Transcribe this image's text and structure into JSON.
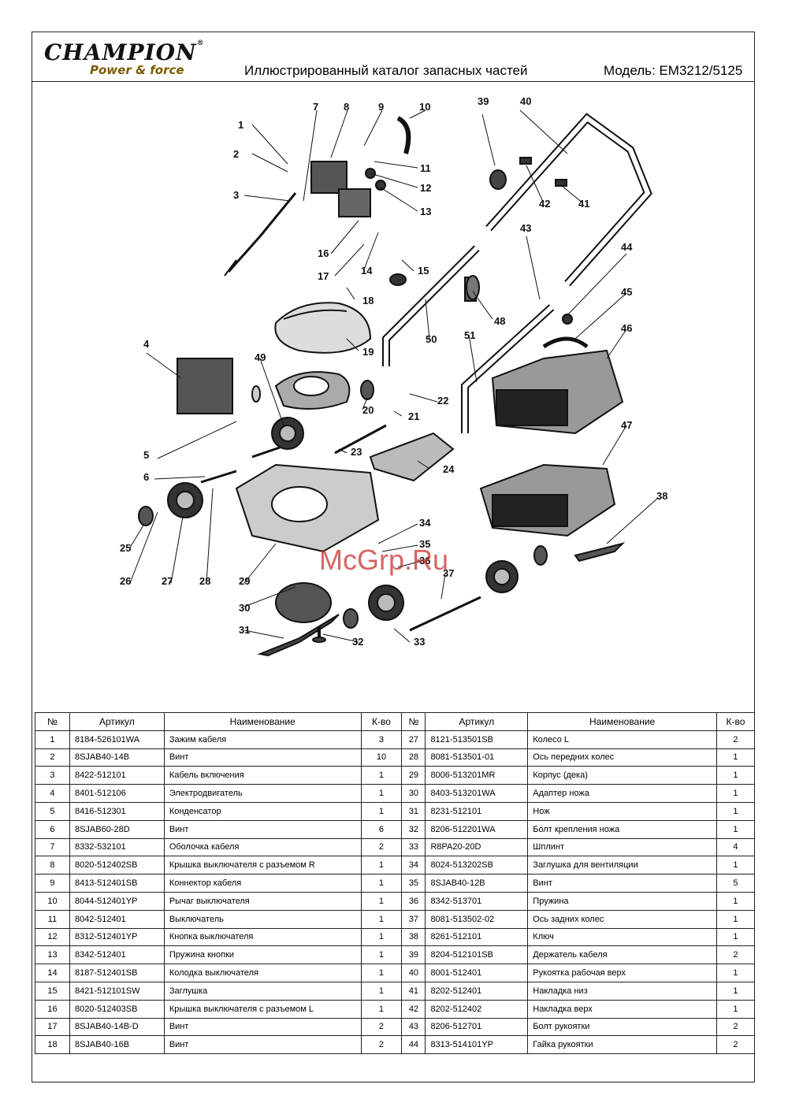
{
  "header": {
    "brand": "CHAMPION",
    "brand_reg": "®",
    "tagline": "Power & force",
    "title": "Иллюстрированный каталог запасных частей",
    "model": "Модель: EM3212/5125"
  },
  "watermark": "McGrp.Ru",
  "diagram": {
    "callouts": [
      "1",
      "2",
      "3",
      "4",
      "5",
      "6",
      "7",
      "8",
      "9",
      "10",
      "11",
      "12",
      "13",
      "14",
      "15",
      "16",
      "17",
      "18",
      "19",
      "20",
      "21",
      "22",
      "23",
      "24",
      "25",
      "26",
      "27",
      "28",
      "29",
      "30",
      "31",
      "32",
      "33",
      "34",
      "35",
      "36",
      "37",
      "38",
      "39",
      "40",
      "41",
      "42",
      "43",
      "44",
      "45",
      "46",
      "47",
      "48",
      "49",
      "50",
      "51"
    ]
  },
  "table": {
    "headers": [
      "№",
      "Артикул",
      "Наименование",
      "К-во",
      "№",
      "Артикул",
      "Наименование",
      "К-во"
    ],
    "rows": [
      [
        [
          "1",
          "8184-526101WA",
          "Зажим кабеля",
          "3"
        ],
        [
          "27",
          "8121-513501SB",
          "Колесо L",
          "2"
        ]
      ],
      [
        [
          "2",
          "8SJAB40-14B",
          "Винт",
          "10"
        ],
        [
          "28",
          "8081-513501-01",
          "Ось передних колес",
          "1"
        ]
      ],
      [
        [
          "3",
          "8422-512101",
          "Кабель включения",
          "1"
        ],
        [
          "29",
          "8006-513201MR",
          "Корпус (дека)",
          "1"
        ]
      ],
      [
        [
          "4",
          "8401-512106",
          "Электродвигатель",
          "1"
        ],
        [
          "30",
          "8403-513201WA",
          "Адаптер ножа",
          "1"
        ]
      ],
      [
        [
          "5",
          "8416-512301",
          "Конденсатор",
          "1"
        ],
        [
          "31",
          "8231-512101",
          "Нож",
          "1"
        ]
      ],
      [
        [
          "6",
          "8SJAB60-28D",
          "Винт",
          "6"
        ],
        [
          "32",
          "8206-512201WA",
          "Болт крепления ножа",
          "1"
        ]
      ],
      [
        [
          "7",
          "8332-532101",
          "Оболочка кабеля",
          "2"
        ],
        [
          "33",
          "R8PA20-20D",
          "Шплинт",
          "4"
        ]
      ],
      [
        [
          "8",
          "8020-512402SB",
          "Крышка выключателя с разъемом R",
          "1"
        ],
        [
          "34",
          "8024-513202SB",
          "Заглушка для вентиляции",
          "1"
        ]
      ],
      [
        [
          "9",
          "8413-512401SB",
          "Коннектор кабеля",
          "1"
        ],
        [
          "35",
          "8SJAB40-12B",
          "Винт",
          "5"
        ]
      ],
      [
        [
          "10",
          "8044-512401YP",
          "Рычаг выключателя",
          "1"
        ],
        [
          "36",
          "8342-513701",
          "Пружина",
          "1"
        ]
      ],
      [
        [
          "11",
          "8042-512401",
          "Выключатель",
          "1"
        ],
        [
          "37",
          "8081-513502-02",
          "Ось задних колес",
          "1"
        ]
      ],
      [
        [
          "12",
          "8312-512401YP",
          "Кнопка выключателя",
          "1"
        ],
        [
          "38",
          "8261-512101",
          "Ключ",
          "1"
        ]
      ],
      [
        [
          "13",
          "8342-512401",
          "Пружина кнопки",
          "1"
        ],
        [
          "39",
          "8204-512101SB",
          "Держатель кабеля",
          "2"
        ]
      ],
      [
        [
          "14",
          "8187-512401SB",
          "Колодка выключателя",
          "1"
        ],
        [
          "40",
          "8001-512401",
          "Рукоятка рабочая верх",
          "1"
        ]
      ],
      [
        [
          "15",
          "8421-512101SW",
          "Заглушка",
          "1"
        ],
        [
          "41",
          "8202-512401",
          "Накладка низ",
          "1"
        ]
      ],
      [
        [
          "16",
          "8020-512403SB",
          "Крышка выключателя с разъемом L",
          "1"
        ],
        [
          "42",
          "8202-512402",
          "Накладка верх",
          "1"
        ]
      ],
      [
        [
          "17",
          "8SJAB40-14B-D",
          "Винт",
          "2"
        ],
        [
          "43",
          "8206-512701",
          "Болт рукоятки",
          "2"
        ]
      ],
      [
        [
          "18",
          "8SJAB40-16B",
          "Винт",
          "2"
        ],
        [
          "44",
          "8313-514101YP",
          "Гайка рукоятки",
          "2"
        ]
      ]
    ]
  }
}
